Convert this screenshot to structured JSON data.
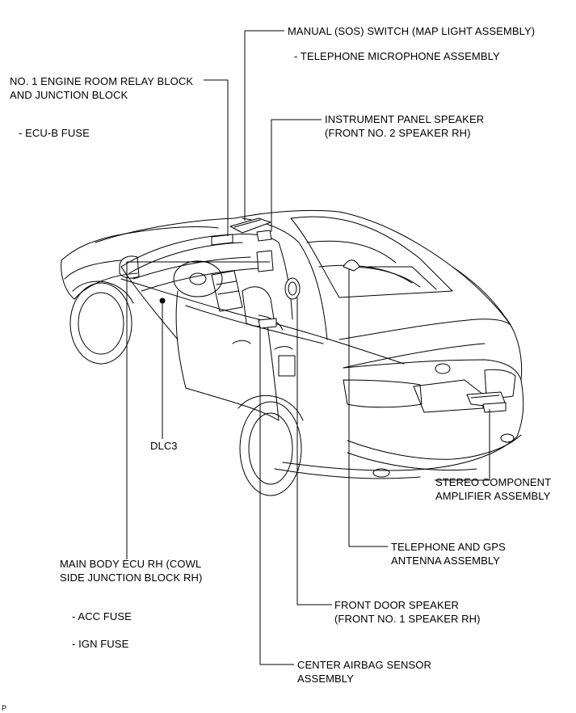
{
  "labels": {
    "manual_switch": {
      "line1": "MANUAL (SOS) SWITCH (MAP LIGHT ASSEMBLY)",
      "sub": "- TELEPHONE MICROPHONE ASSEMBLY"
    },
    "relay_block": {
      "line1": "NO. 1 ENGINE ROOM RELAY BLOCK",
      "line2": "AND JUNCTION BLOCK",
      "sub": "- ECU-B FUSE"
    },
    "ip_speaker": {
      "line1": "INSTRUMENT PANEL SPEAKER",
      "line2": "(FRONT NO. 2 SPEAKER RH)"
    },
    "dlc3": {
      "line1": "DLC3"
    },
    "stereo_amp": {
      "line1": "STEREO COMPONENT",
      "line2": "AMPLIFIER ASSEMBLY"
    },
    "antenna": {
      "line1": "TELEPHONE AND GPS",
      "line2": "ANTENNA ASSEMBLY"
    },
    "main_body_ecu": {
      "line1": "MAIN BODY ECU RH (COWL",
      "line2": "SIDE JUNCTION BLOCK RH)",
      "sub1": "- ACC FUSE",
      "sub2": "- IGN FUSE"
    },
    "front_door_speaker": {
      "line1": "FRONT DOOR SPEAKER",
      "line2": "(FRONT NO. 1 SPEAKER RH)"
    },
    "airbag_sensor": {
      "line1": "CENTER AIRBAG SENSOR",
      "line2": "ASSEMBLY"
    }
  },
  "page_id": "P"
}
